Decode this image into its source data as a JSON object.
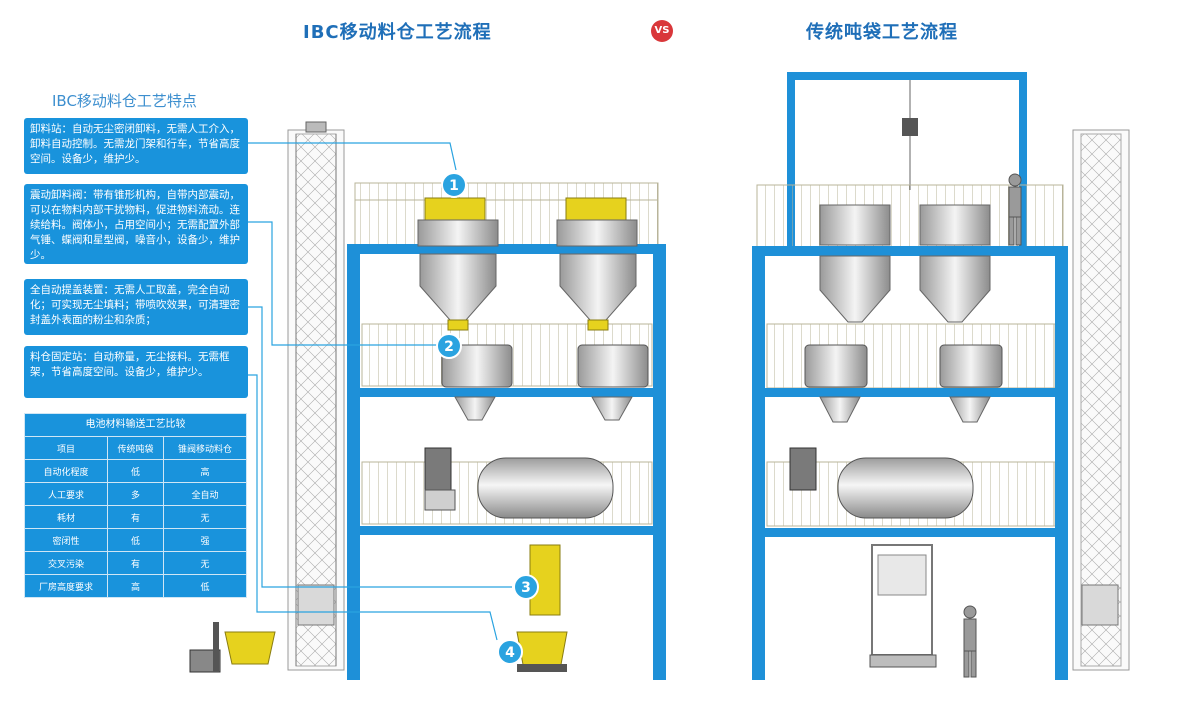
{
  "titles": {
    "left": "IBC移动料仓工艺流程",
    "vs": "VS",
    "right": "传统吨袋工艺流程"
  },
  "features": {
    "title": "IBC移动料仓工艺特点",
    "items": [
      "卸料站：自动无尘密闭卸料，无需人工介入，卸料自动控制。无需龙门架和行车，节省高度空间。设备少，维护少。",
      "震动卸料阀：带有锥形机构，自带内部震动，可以在物料内部干扰物料，促进物料流动。连续给料。阀体小，占用空间小；无需配置外部气锤、蝶阀和星型阀，噪音小，设备少，维护少。",
      "全自动提盖装置：无需人工取盖，完全自动化；可实现无尘填料；带喷吹效果，可清理密封盖外表面的粉尘和杂质；",
      "料仓固定站：自动称量，无尘接料。无需框架，节省高度空间。设备少，维护少。"
    ]
  },
  "comparison": {
    "title": "电池材料输送工艺比较",
    "headers": [
      "项目",
      "传统吨袋",
      "锥阀移动料仓"
    ],
    "rows": [
      [
        "自动化程度",
        "低",
        "高"
      ],
      [
        "人工要求",
        "多",
        "全自动"
      ],
      [
        "耗材",
        "有",
        "无"
      ],
      [
        "密闭性",
        "低",
        "强"
      ],
      [
        "交叉污染",
        "有",
        "无"
      ],
      [
        "厂房高度要求",
        "高",
        "低"
      ]
    ]
  },
  "markers": [
    "1",
    "2",
    "3",
    "4"
  ],
  "colors": {
    "frame_blue": "#1e90d8",
    "box_blue": "#1993dc",
    "title_blue": "#1f6fb8",
    "vs_red": "#d9373a",
    "equipment_yellow": "#e6d21e",
    "marker_blue": "#2aa3e0",
    "railing": "#b8b49a"
  }
}
